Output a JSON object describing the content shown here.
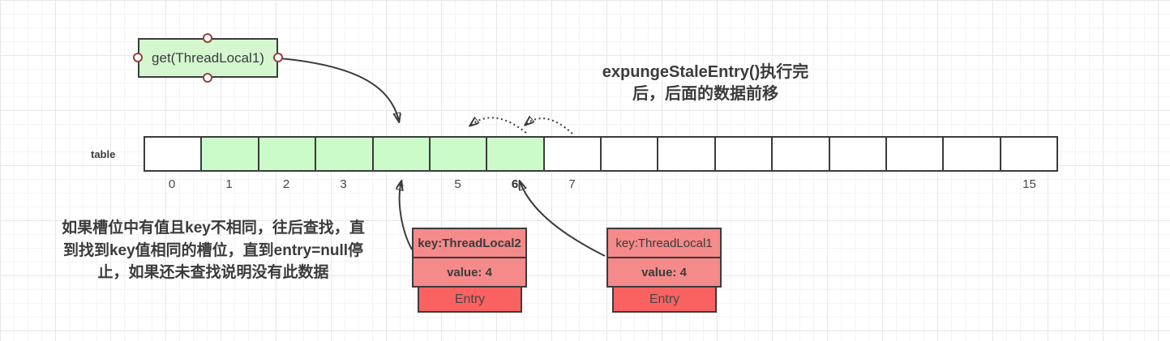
{
  "title": {
    "line1": "expungeStaleEntry()执行完",
    "line2": "后，后面的数据前移"
  },
  "get_box": {
    "label": "get(ThreadLocal1)"
  },
  "note": {
    "line1": "如果槽位中有值且key不相同，往后查找，直",
    "line2": "到找到key值相同的槽位，直到entry=null停",
    "line3": "止，如果还未查找说明没有此数据"
  },
  "table": {
    "label": "table",
    "slot_count": 16,
    "filled_slots": [
      1,
      2,
      3,
      4,
      5,
      6
    ],
    "index_labels": [
      {
        "slot": 0,
        "text": "0",
        "bold": false
      },
      {
        "slot": 1,
        "text": "1",
        "bold": false
      },
      {
        "slot": 2,
        "text": "2",
        "bold": false
      },
      {
        "slot": 3,
        "text": "3",
        "bold": false
      },
      {
        "slot": 4,
        "text": "4",
        "bold": false
      },
      {
        "slot": 5,
        "text": "5",
        "bold": false
      },
      {
        "slot": 6,
        "text": "6",
        "bold": true
      },
      {
        "slot": 7,
        "text": "7",
        "bold": false
      },
      {
        "slot": 15,
        "text": "15",
        "bold": false
      }
    ]
  },
  "entries": [
    {
      "key": "key:ThreadLocal2",
      "key_bold": true,
      "value": "value: 4",
      "label": "Entry",
      "points_to_slot": 4
    },
    {
      "key": "key:ThreadLocal1",
      "key_bold": false,
      "value": "value: 4",
      "label": "Entry",
      "points_to_slot": 6
    }
  ],
  "colors": {
    "slot_fill_green": "#ccfbca",
    "get_box_fill": "#d4f7d0",
    "shape_border": "#3b3b3b",
    "entry_fill": "#f58a8a",
    "entry_footer_fill": "#fa6262",
    "handle_stroke": "#973e3e",
    "arrow": "#3b3b3b",
    "text": "#3b3b3b"
  }
}
